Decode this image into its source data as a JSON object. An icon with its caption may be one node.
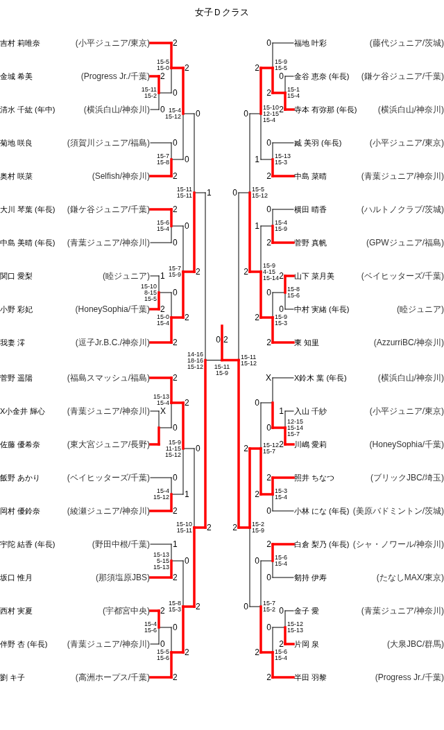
{
  "diagram": {
    "title": "女子Ｄクラス",
    "nodes": [
      {
        "text": [
          "吉村 莉唯奈",
          "(小平ジュニア/東京)"
        ]
      },
      {
        "text": [
          "金城 希美",
          "(Progress Jr./千葉)"
        ]
      },
      {
        "text": [
          "清水 千紘 (年中)",
          "(横浜白山/神奈川)"
        ]
      },
      {
        "text": [
          "菊地 咲良",
          "(須賀川ジュニア/福島)"
        ]
      },
      {
        "text": [
          "奥村 咲菜",
          "(Selfish/神奈川)"
        ]
      },
      {
        "text": [
          "大川 琴葉 (年長)",
          "(鎌ケ谷ジュニア/千葉)"
        ]
      },
      {
        "text": [
          "中島 美晴 (年長)",
          "(青葉ジュニア/神奈川)"
        ]
      },
      {
        "text": [
          "関口 愛梨",
          "(睦ジュニア)"
        ]
      },
      {
        "text": [
          "小野 彩妃",
          "(HoneySophia/千葉)"
        ]
      },
      {
        "text": [
          "我妻 澪",
          "(逗子Jr.B.C./神奈川)"
        ]
      },
      {
        "text": [
          "菅野 遥陽",
          "(福島スマッシュ/福島)"
        ]
      },
      {
        "text": [
          "X小金井 輝心",
          "(青葉ジュニア/神奈川)"
        ]
      },
      {
        "text": [
          "佐藤 優希奈",
          "(東大宮ジュニア/長野)"
        ]
      },
      {
        "text": [
          "飯野 あかり",
          "(ベイヒッターズ/千葉)"
        ]
      },
      {
        "text": [
          "岡村 優鈴奈",
          "(綾瀬ジュニア/神奈川)"
        ]
      },
      {
        "text": [
          "宇陀 結香 (年長)",
          "(野田中根/千葉)"
        ]
      },
      {
        "text": [
          "坂口 惟月",
          "(那須塩原JBS)"
        ]
      },
      {
        "text": [
          "西村 実夏",
          "(宇都宮中央)"
        ]
      },
      {
        "text": [
          "伴野 杏 (年長)",
          "(青葉ジュニア/神奈川)"
        ]
      },
      {
        "text": [
          "劉 キ子",
          "(高洲ホープス/千葉)"
        ]
      },
      {
        "text": [
          "福地 叶彩",
          "(藤代ジュニア/茨城)"
        ]
      },
      {
        "text": [
          "金谷 恵奈 (年長)",
          "(鎌ケ谷ジュニア/千葉)"
        ]
      },
      {
        "text": [
          "寺本 有弥那 (年長)",
          "(横浜白山/神奈川)"
        ]
      },
      {
        "text": [
          "臧 美羽 (年長)",
          "(小平ジュニア/東京)"
        ]
      },
      {
        "text": [
          "中島 菜晴",
          "(青葉ジュニア/神奈川)"
        ]
      },
      {
        "text": [
          "横田 晴香",
          "(ハルトノクラブ/茨城)"
        ]
      },
      {
        "text": [
          "菅野 真帆",
          "(GPWジュニア/福島)"
        ]
      },
      {
        "text": [
          "山下 菜月美",
          "(ベイヒッターズ/千葉)"
        ]
      },
      {
        "text": [
          "中村 実緒 (年長)",
          "(睦ジュニア)"
        ]
      },
      {
        "text": [
          "東 知里",
          "(AzzurriBC/神奈川)"
        ]
      },
      {
        "text": [
          "X鈴木 葉 (年長)",
          "(横浜白山/神奈川)"
        ]
      },
      {
        "text": [
          "入山 千紗",
          "(小平ジュニア/東京)"
        ]
      },
      {
        "text": [
          "川嶋 愛莉",
          "(HoneySophia/千葉)"
        ]
      },
      {
        "text": [
          "照井 ちなつ",
          "(ブリックJBC/埼玉)"
        ]
      },
      {
        "text": [
          "小林 にな (年長)",
          "(美原バドミントン/茨城)"
        ]
      },
      {
        "text": [
          "白倉 梨乃 (年長)",
          "(シャ・ノワール/神奈川)"
        ]
      },
      {
        "text": [
          "剱持 伊寿",
          "(たなしMAX/東京)"
        ]
      },
      {
        "text": [
          "金子 愛",
          "(青葉ジュニア/神奈川)"
        ]
      },
      {
        "text": [
          "片岡 泉",
          "(大泉JBC/群馬)"
        ]
      },
      {
        "text": [
          "半田 羽黎",
          "(Progress Jr./千葉)"
        ]
      }
    ],
    "labels": [
      "2",
      "0",
      "15-11",
      "15-2",
      "2",
      "0",
      "15-5",
      "15-0",
      "0",
      "2",
      "15-7",
      "15-8",
      "2",
      "0",
      "15-4",
      "15-12",
      "2",
      "0",
      "15-6",
      "15-4",
      "1",
      "2",
      "15-10",
      "8-15",
      "15-5",
      "0",
      "2",
      "15-0",
      "15-4",
      "0",
      "2",
      "15-7",
      "15-9",
      "0",
      "2",
      "15-11",
      "15-11",
      "X",
      "2",
      "0",
      "15-13",
      "15-4",
      "0",
      "2",
      "15-4",
      "15-12",
      "2",
      "1",
      "15-9",
      "11-15",
      "15-12",
      "1",
      "2",
      "15-13",
      "5-15",
      "15-13",
      "2",
      "0",
      "15-4",
      "15-6",
      "0",
      "2",
      "15-5",
      "15-6",
      "0",
      "2",
      "15-8",
      "15-3",
      "0",
      "2",
      "15-10",
      "15-11",
      "1",
      "2",
      "14-16",
      "18-16",
      "15-12",
      "0",
      "2",
      "15-11",
      "15-9",
      "0",
      "2",
      "15-1",
      "15-4",
      "0",
      "2",
      "15-9",
      "15-5",
      "0",
      "2",
      "15-13",
      "15-3",
      "2",
      "1",
      "15-10",
      "12-15",
      "15-4",
      "0",
      "2",
      "15-4",
      "15-9",
      "2",
      "0",
      "15-8",
      "15-6",
      "0",
      "2",
      "15-9",
      "15-3",
      "1",
      "2",
      "15-9",
      "4-15",
      "15-14",
      "0",
      "2",
      "15-5",
      "15-12",
      "1",
      "2",
      "12-15",
      "15-14",
      "15-7",
      "X",
      "0",
      "2",
      "0",
      "15-3",
      "15-4",
      "0",
      "2",
      "15-12",
      "15-7",
      "2",
      "0",
      "15-6",
      "15-4",
      "0",
      "2",
      "15-12",
      "15-13",
      "0",
      "2",
      "15-6",
      "15-4",
      "0",
      "2",
      "15-7",
      "15-2",
      "2",
      "0",
      "15-2",
      "15-9",
      "0",
      "2",
      "15-11",
      "15-12"
    ]
  }
}
